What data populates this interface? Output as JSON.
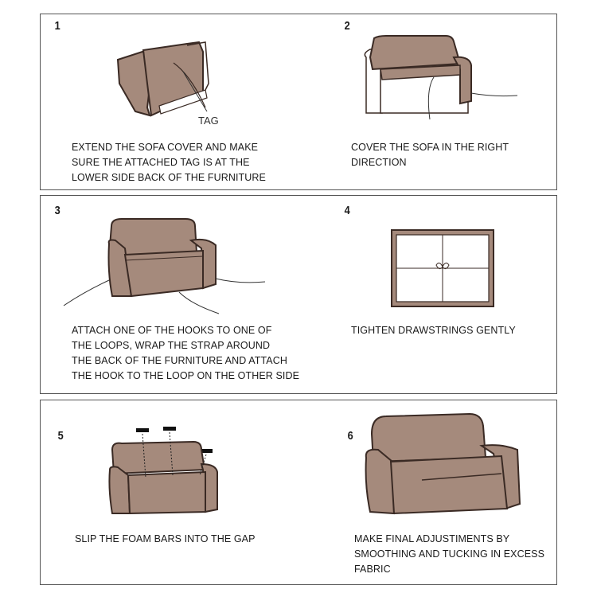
{
  "steps": [
    {
      "number": "1",
      "lines": [
        "EXTEND THE SOFA COVER AND MAKE",
        "SURE THE ATTACHED TAG IS AT THE",
        "LOWER SIDE BACK OF THE FURNITURE"
      ],
      "tag_label": "TAG"
    },
    {
      "number": "2",
      "lines": [
        "COVER THE SOFA IN THE RIGHT",
        "DIRECTION"
      ]
    },
    {
      "number": "3",
      "lines": [
        "ATTACH ONE OF THE HOOKS TO ONE OF",
        "THE LOOPS, WRAP THE STRAP AROUND",
        "THE BACK OF THE FURNITURE AND ATTACH",
        "THE HOOK TO THE LOOP ON THE OTHER SIDE"
      ]
    },
    {
      "number": "4",
      "lines": [
        "TIGHTEN DRAWSTRINGS GENTLY"
      ]
    },
    {
      "number": "5",
      "lines": [
        "SLIP THE FOAM BARS INTO THE GAP"
      ]
    },
    {
      "number": "6",
      "lines": [
        "MAKE FINAL ADJUSTIMENTS BY",
        "SMOOTHING AND TUCKING IN EXCESS",
        "FABRIC"
      ]
    }
  ],
  "colors": {
    "cover": "#a58a7c",
    "outline": "#3a2a24",
    "frame": "#555555"
  }
}
